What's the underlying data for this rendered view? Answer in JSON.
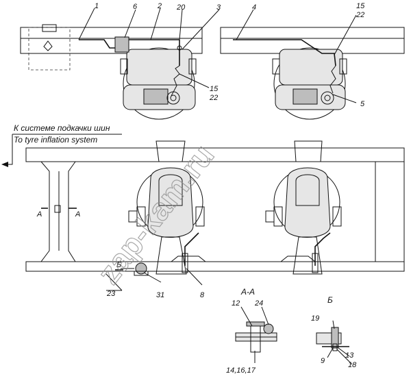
{
  "callouts": {
    "n1": "1",
    "n2": "2",
    "n3": "3",
    "n4": "4",
    "n5": "5",
    "n6": "6",
    "n8": "8",
    "n9": "9",
    "n12": "12",
    "n13": "13",
    "n15a": "15",
    "n22a": "22",
    "n15b": "15",
    "n22b": "22",
    "n18": "18",
    "n19": "19",
    "n20": "20",
    "n23": "23",
    "n24": "24",
    "n31": "31",
    "n14_16_17": "14,16,17"
  },
  "captions": {
    "ru": "К системе подкачки шин",
    "en": "To tyre inflation system"
  },
  "sections": {
    "aa": "А-А",
    "a_left": "А",
    "a_right": "А",
    "b": "Б",
    "b_small": "Б"
  },
  "watermark": "zap-kam.ru"
}
